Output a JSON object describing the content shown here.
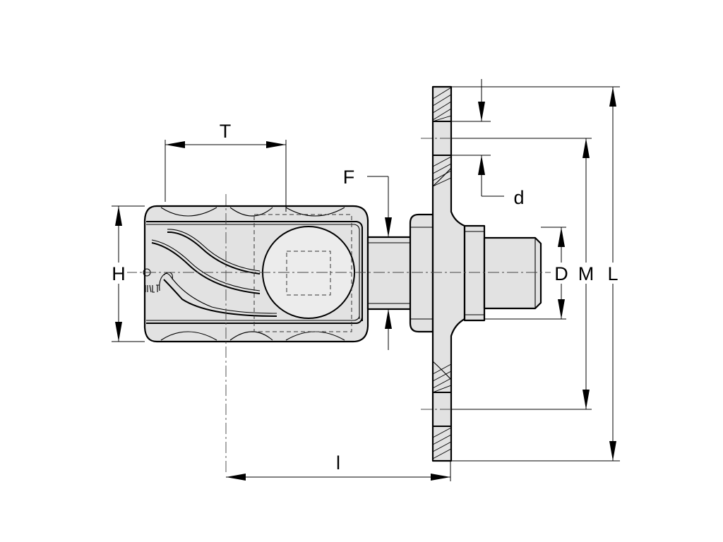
{
  "diagram": {
    "dimension_labels": {
      "T": "T",
      "F": "F",
      "d": "d",
      "H": "H",
      "D": "D",
      "M": "M",
      "L": "L",
      "l": "l"
    }
  }
}
